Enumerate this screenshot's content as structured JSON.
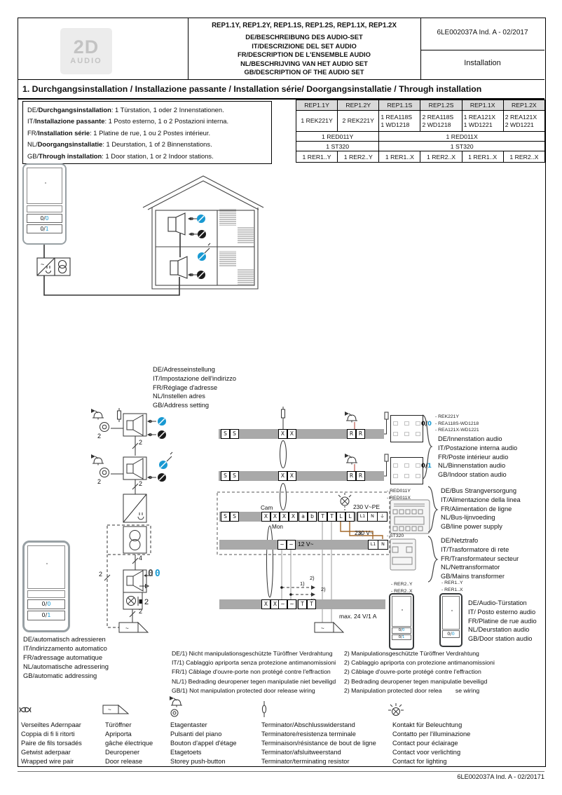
{
  "colors": {
    "accent_blue": "#1899d2",
    "strip_gray": "#a9a9a9",
    "wire_brown": "#a3682a"
  },
  "header": {
    "logo_top": "2D",
    "logo_bottom": "AUDIO",
    "models": "REP1.1Y, REP1.2Y, REP1.1S, REP1.2S, REP1.1X, REP1.2X",
    "descriptions": [
      "DE/BESCHREIBUNG DES AUDIO-SET",
      "IT/DESCRIZIONE DEL SET AUDIO",
      "FR/DESCRIPTION DE L'ENSEMBLE AUDIO",
      "NL/BESCHRIJVING VAN HET AUDIO SET",
      "GB/DESCRIPTION OF THE AUDIO SET"
    ],
    "doc_ref": "6LE002037A Ind. A - 02/2017",
    "doc_type": "Installation"
  },
  "section_title": "1. Durchgangsinstallation / Installazione passante / Installation série/ Doorgangsinstallatie / Through installation",
  "intro_lines": [
    {
      "pre": "DE/",
      "bold": "Durchgangsinstallation",
      "rest": ": 1 Türstation, 1 oder 2 Innenstationen."
    },
    {
      "pre": "IT/",
      "bold": "Installazione passante",
      "rest": ": 1 Posto esterno, 1 o 2 Postazioni interna."
    },
    {
      "pre": "FR/",
      "bold": "Installation série",
      "rest": ": 1 Platine de rue, 1 ou 2 Postes intérieur."
    },
    {
      "pre": "NL/",
      "bold": "Doorgangsinstallatie",
      "rest": ": 1 Deurstation, 1 of 2 Binnenstations."
    },
    {
      "pre": "GB/",
      "bold": "Through installation",
      "rest": ": 1 Door station, 1 or 2 Indoor stations."
    }
  ],
  "product_table": {
    "headers": [
      "REP1.1Y",
      "REP1.2Y",
      "REP1.1S",
      "REP1.2S",
      "REP1.1X",
      "REP1.2X"
    ],
    "row_kits": [
      [
        "1 REK221Y"
      ],
      [
        "2 REK221Y"
      ],
      [
        "1 REA118S",
        "1 WD1218"
      ],
      [
        "2 REA118S",
        "2 WD1218"
      ],
      [
        "1 REA121X",
        "1 WD1221"
      ],
      [
        "2 REA121X",
        "2 WD1221"
      ]
    ],
    "row_psu": [
      "1 RED011Y",
      "1 RED011X"
    ],
    "row_trafo": [
      "1 ST320",
      "1 ST320"
    ],
    "row_panels": [
      "1 RER1..Y",
      "1 RER2..Y",
      "1 RER1..X",
      "1 RER2..X",
      "1 RER1..X",
      "1 RER2..X"
    ]
  },
  "addr": {
    "zero": {
      "pre": "0/",
      "d": "0"
    },
    "one": {
      "pre": "0/",
      "d": "1"
    }
  },
  "address_setting": [
    "DE/Adresseinstellung",
    "IT/Impostazione dell'indirizzo",
    "FR/Réglage d'adresse",
    "NL/Instellen adres",
    "GB/Address setting"
  ],
  "schematic": {
    "two": "2",
    "four": "4",
    "cam": "Cam",
    "mon": "Mon",
    "v230pe": "230 V~PE",
    "v230": "230 V~",
    "v12": "12 V~",
    "max_load": "max. 24 V/1 A",
    "n1": "1)",
    "n2": "2)",
    "ac": "~",
    "display": {
      "d1": "0",
      "d2": "0"
    },
    "lamp_count": "2",
    "t_bus": [
      "S",
      "S",
      "X",
      "X",
      "R",
      "R"
    ],
    "t_psu": [
      "S",
      "S",
      "X",
      "X",
      "X",
      "X",
      "a",
      "b",
      "T",
      "T",
      "L",
      "L",
      "L1",
      "N",
      "⏚"
    ],
    "t_12v": [
      "~",
      "~"
    ],
    "t_mains": [
      "L1",
      "N"
    ],
    "t_door": [
      "X",
      "X",
      "~",
      "~",
      "T",
      "T"
    ]
  },
  "annotations": {
    "indoor_products": [
      "- REK221Y",
      "- REA118S-WD1218",
      "- REA121X-WD1221"
    ],
    "indoor": [
      "DE/Innenstation audio",
      "IT/Postazione interna audio",
      "FR/Poste intérieur audio",
      "NL/Binnenstation audio",
      "GB/Indoor station audio"
    ],
    "psu_products": [
      "- RED011Y",
      "- RED011X"
    ],
    "psu": [
      "DE/Bus Strangversorgung",
      "IT/Alimentazione della linea",
      "FR/Alimentation de ligne",
      "NL/Bus-lijnvoeding",
      "GB/line power supply"
    ],
    "trafo_products": [
      "- ST320"
    ],
    "trafo": [
      "DE/Netztrafo",
      "IT/Trasformatore di rete",
      "FR/Transformateur secteur",
      "NL/Nettransformator",
      "GB/Mains transformer"
    ],
    "door_products_a": [
      "- RER2..Y",
      "- RER2..X"
    ],
    "door_products_b": [
      "- RER1..Y",
      "- RER1..X"
    ],
    "door": [
      "DE/Audio-Türstation",
      "IT/ Posto esterno audio",
      "FR/Platine de rue audio",
      "NL/Deurstation audio",
      "GB/Door station audio"
    ]
  },
  "auto_addressing": [
    "DE/automatisch adressieren",
    "IT/indirizzamento automatico",
    "FR/adressage automatique",
    "NL/automatische adressering",
    "GB/automatic addressing"
  ],
  "notes": [
    {
      "a": "DE/1) Nicht manipulationsgeschützte Türöffner Verdrahtung",
      "b": "2) Manipulationsgeschützte Türöffner Verdrahtung"
    },
    {
      "a": "IT/1) Cablaggio apriporta senza protezione antimanomissioni",
      "b": "2) Cablaggio apriporta con protezione antimanomissioni"
    },
    {
      "a": "FR/1) Câblage d'ouvre-porte non protégé contre l'effraction",
      "b": "2) Câblage d'ouvre-porte protégé contre l'effraction"
    },
    {
      "a": "NL/1) Bedrading deuropener tegen manipulatie niet beveiligd",
      "b": "2) Bedrading deuropener tegen manipulatie beveiligd"
    },
    {
      "a": "GB/1) Not manipulation protected door release wiring",
      "b": "2) Manipulation protected door relea        se wiring"
    }
  ],
  "legend": {
    "col1": [
      "Verseiltes Adernpaar",
      "Coppia di fi li ritorti",
      "Paire de fils torsadés",
      "Getwist aderpaar",
      "Wrapped wire pair"
    ],
    "col2": [
      "Türöffner",
      "Apriporta",
      "gâche électrique",
      "Deuropener",
      "Door release"
    ],
    "col3": [
      "Etagentaster",
      "Pulsanti del piano",
      "Bouton d'appel d'étage",
      "Etagetoets",
      "Storey push-button"
    ],
    "col4": [
      "Terminator/Abschlusswiderstand",
      "Terminatore/resistenza terminale",
      "Terminaison/résistance de bout de ligne",
      "Terminator/afsluitweerstand",
      "Terminator/terminating resistor"
    ],
    "col5": [
      "Kontakt für Beleuchtung",
      "Contatto per l'illuminazione",
      "Contact pour éclairage",
      "Contact voor verlichting",
      "Contact for lighting"
    ]
  },
  "footer": "6LE002037A Ind. A - 02/20171"
}
